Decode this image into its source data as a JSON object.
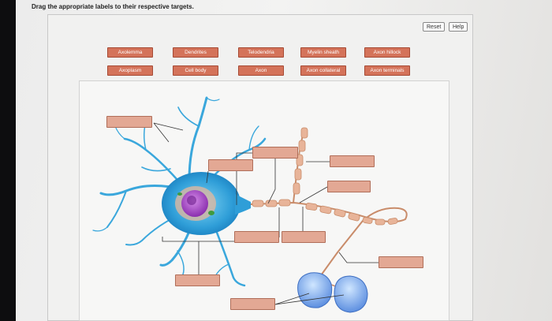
{
  "instruction": "Drag the appropriate labels to their respective targets.",
  "toolbar": {
    "reset_label": "Reset",
    "help_label": "Help"
  },
  "labels": {
    "row1": [
      "Axolemma",
      "Dendrites",
      "Telodendria",
      "Myelin sheath",
      "Axon hillock"
    ],
    "row2": [
      "Axoplasm",
      "Cell body",
      "Axon",
      "Axon collateral",
      "Axon terminals"
    ]
  },
  "colors": {
    "label": "#d4735a",
    "target": "#e3a894",
    "neuron": "#3aa7dc",
    "nucleus": "#9a3bbd"
  }
}
